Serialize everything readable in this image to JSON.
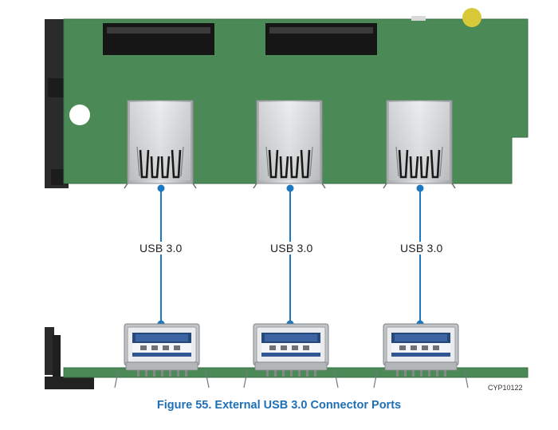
{
  "figure": {
    "caption": "Figure 55. External USB 3.0 Connector Ports",
    "image_id_label": "CYP10122",
    "callout_color": "#1d78c1",
    "board_color": "#4b8a57",
    "ports": [
      {
        "label": "USB 3.0"
      },
      {
        "label": "USB 3.0"
      },
      {
        "label": "USB 3.0"
      }
    ]
  }
}
